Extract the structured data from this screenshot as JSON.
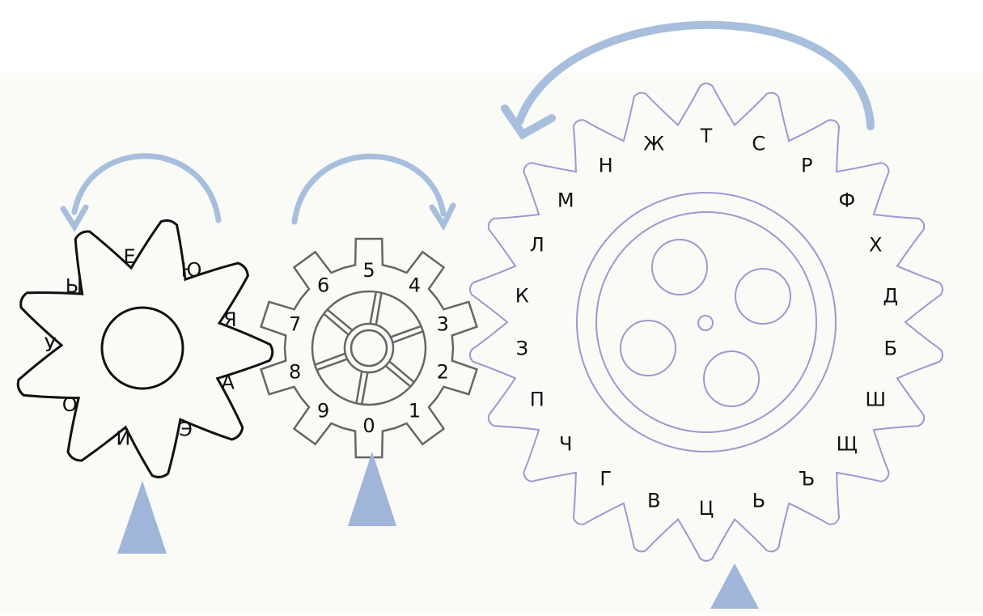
{
  "colors": {
    "page": "#ffffff",
    "panel": "#fafaf7",
    "gear_vowel_stroke": "#111111",
    "gear_digit_stroke": "#666666",
    "gear_consonant_stroke": "#9a9ad0",
    "arrow": "#a8bedd",
    "pointer": "#9fb5d9",
    "text": "#111111"
  },
  "gears": {
    "vowels": {
      "letters": [
        "Ю",
        "Я",
        "А",
        "Э",
        "И",
        "О",
        "У",
        "Ы",
        "Е"
      ]
    },
    "digits": {
      "letters": [
        "5",
        "4",
        "3",
        "2",
        "1",
        "0",
        "9",
        "8",
        "7",
        "6"
      ]
    },
    "consonants": {
      "letters": [
        "Т",
        "С",
        "Р",
        "Ф",
        "Х",
        "Д",
        "Б",
        "Ш",
        "Щ",
        "Ъ",
        "Ь",
        "Ц",
        "В",
        "Г",
        "Ч",
        "П",
        "З",
        "К",
        "Л",
        "М",
        "Н",
        "Ж"
      ]
    }
  },
  "icons": {
    "rotation_arrow": "curved-arrow-icon",
    "pointer": "triangle-pointer-icon"
  }
}
